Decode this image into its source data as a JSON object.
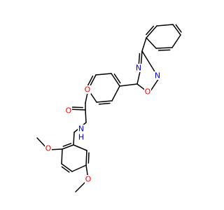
{
  "colors": {
    "background": "#ffffff",
    "bond": "#000000",
    "oxygen": "#ff0000",
    "nitrogen": "#0000ff"
  },
  "molecule": {
    "atom_labels": {
      "O_ether": "O",
      "O_carbonyl": "O",
      "N_amide": "N",
      "H_amide": "H",
      "N_ring_top": "N",
      "N_ring_right": "N",
      "O_ring": "O",
      "O_methoxy_upper": "O",
      "O_methoxy_lower": "O"
    }
  }
}
